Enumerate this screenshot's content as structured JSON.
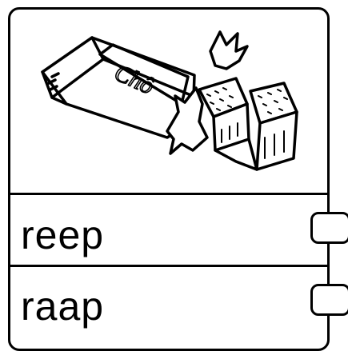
{
  "illustration": {
    "icon": "chocolate-bar-icon",
    "wrapper_text": "Chô"
  },
  "options": [
    {
      "word": "reep"
    },
    {
      "word": "raap"
    }
  ]
}
